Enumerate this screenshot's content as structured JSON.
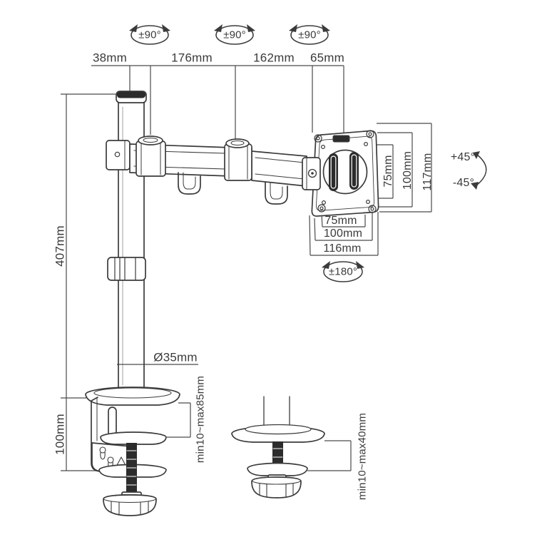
{
  "colors": {
    "line": "#3b3b3b",
    "dim_line": "#4a4a4a",
    "dark_fill": "#2c2c2c",
    "background": "#ffffff"
  },
  "dimensions": {
    "arm_offset": "38mm",
    "arm_segment_1": "176mm",
    "arm_segment_2": "162mm",
    "arm_segment_3": "65mm",
    "pole_height": "407mm",
    "clamp_height": "100mm",
    "pole_diameter": "Ø35mm",
    "clamp_desk_range": "min10~max85mm",
    "grommet_desk_range": "min10~max40mm",
    "vesa_slot_height": "75mm",
    "vesa_height_inner": "100mm",
    "vesa_plate_height": "117mm",
    "vesa_slot_width": "75mm",
    "vesa_width_inner": "100mm",
    "vesa_plate_width": "116mm"
  },
  "rotations": {
    "joint_1": "±90°",
    "joint_2": "±90°",
    "joint_3": "±90°",
    "vesa_rotation": "±180°",
    "tilt_up": "+45°",
    "tilt_down": "-45°"
  }
}
